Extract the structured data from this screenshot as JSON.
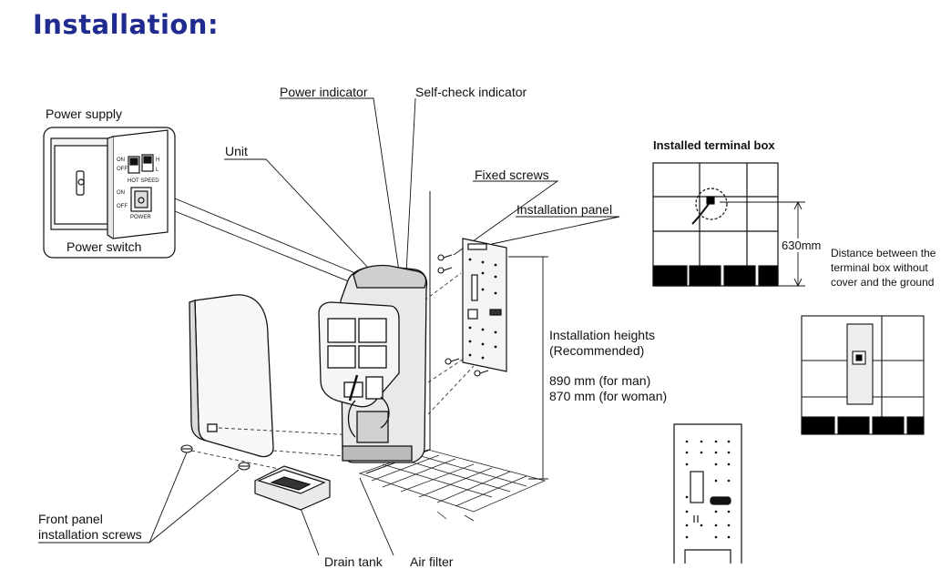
{
  "page": {
    "title": "Installation:"
  },
  "labels": {
    "power_supply": "Power supply",
    "power_switch": "Power switch",
    "unit": "Unit",
    "power_indicator": "Power indicator",
    "self_check_indicator": "Self-check indicator",
    "fixed_screws": "Fixed screws",
    "installation_panel": "Installation panel",
    "front_panel_screws_line1": "Front panel",
    "front_panel_screws_line2": "installation screws",
    "drain_tank": "Drain tank",
    "air_filter": "Air filter"
  },
  "switch_panel": {
    "on": "ON",
    "off": "OFF",
    "h": "H",
    "l": "L",
    "hot_speed": "HOT SPEED",
    "power": "POWER"
  },
  "heights": {
    "title_line1": "Installation heights",
    "title_line2": "(Recommended)",
    "man": "890 mm (for man)",
    "woman": "870 mm (for woman)"
  },
  "terminal_box": {
    "title": "Installed terminal box",
    "dimension": "630mm",
    "note_line1": "Distance between the",
    "note_line2": "terminal box without",
    "note_line3": "cover and the ground"
  }
}
